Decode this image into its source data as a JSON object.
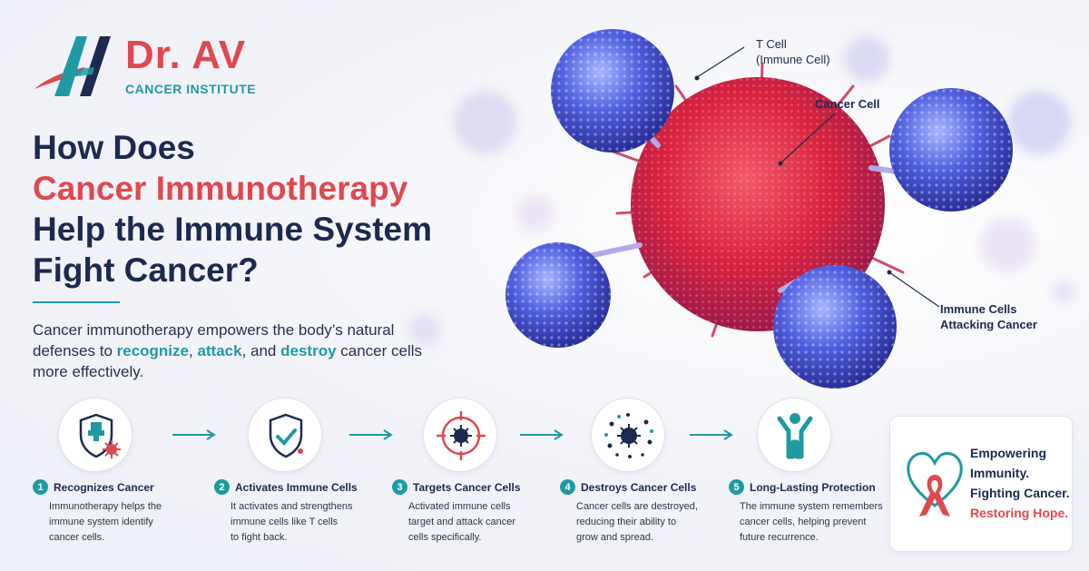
{
  "brand": {
    "name": "Dr. AV",
    "subtitle": "CANCER INSTITUTE",
    "colors": {
      "red": "#e0484f",
      "teal": "#1f9aa3",
      "navy": "#1c2a4f"
    }
  },
  "headline": {
    "line1": "How Does",
    "line2": "Cancer Immunotherapy",
    "line3": "Help the Immune System",
    "line4": "Fight Cancer?"
  },
  "intro": {
    "part1": "Cancer immunotherapy empowers the body’s natural defenses to ",
    "word1": "recognize",
    "sep1": ", ",
    "word2": "attack",
    "sep2": ", and ",
    "word3": "destroy",
    "part2": " cancer cells more effectively."
  },
  "callouts": {
    "t_cell": "T Cell",
    "t_cell_sub": "(Immune Cell)",
    "cancer_cell": "Cancer Cell",
    "attack_line1": "Immune Cells",
    "attack_line2": "Attacking Cancer"
  },
  "steps": [
    {
      "num": "1",
      "title": "Recognizes Cancer",
      "desc": [
        "Immunotherapy helps the",
        "immune system identify",
        "cancer cells."
      ],
      "icon": "shield-plus-virus-icon"
    },
    {
      "num": "2",
      "title": "Activates Immune Cells",
      "desc": [
        "It activates and strengthens",
        "immune cells like T cells",
        "to fight back."
      ],
      "icon": "shield-check-icon"
    },
    {
      "num": "3",
      "title": "Targets Cancer Cells",
      "desc": [
        "Activated immune cells",
        "target and attack cancer",
        "cells specifically."
      ],
      "icon": "target-virus-icon"
    },
    {
      "num": "4",
      "title": "Destroys Cancer Cells",
      "desc": [
        "Cancer cells are destroyed,",
        "reducing their ability to",
        "grow and spread."
      ],
      "icon": "burst-virus-icon"
    },
    {
      "num": "5",
      "title": "Long-Lasting Protection",
      "desc": [
        "The immune system remembers",
        "cancer cells, helping prevent",
        "future recurrence."
      ],
      "icon": "person-arms-up-icon"
    }
  ],
  "card": {
    "line1": "Empowering",
    "line2": "Immunity.",
    "line3": "Fighting Cancer.",
    "line4": "Restoring Hope."
  }
}
